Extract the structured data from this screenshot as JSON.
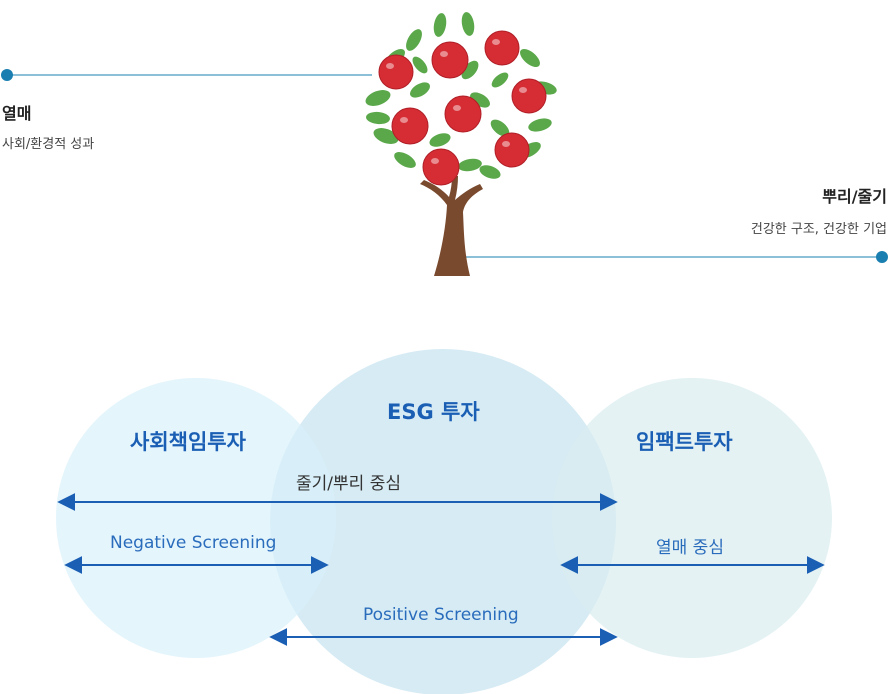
{
  "tree": {
    "fruit": {
      "title": "열매",
      "subtitle": "사회/환경적 성과"
    },
    "roots": {
      "title": "뿌리/줄기",
      "subtitle": "건강한 구조, 건강한 기업"
    }
  },
  "circles": {
    "left": {
      "title": "사회책임투자"
    },
    "middle": {
      "title": "ESG 투자"
    },
    "right": {
      "title": "임팩트투자"
    }
  },
  "arrows": {
    "stem_root": {
      "label": "줄기/뿌리 중심"
    },
    "negative": {
      "label": "Negative Screening"
    },
    "fruit": {
      "label": "열매 중심"
    },
    "positive": {
      "label": "Positive Screening"
    }
  },
  "colors": {
    "line": "#1a7fb0",
    "arrow": "#1a5fb4",
    "circle_left": "#d9f1fb",
    "circle_middle": "#cfe7f2",
    "circle_right": "#d8ecef",
    "apple": "#d62d35",
    "leaf": "#5aa84a",
    "trunk": "#7a4a2e"
  },
  "icons": [
    "apple-tree-icon"
  ]
}
